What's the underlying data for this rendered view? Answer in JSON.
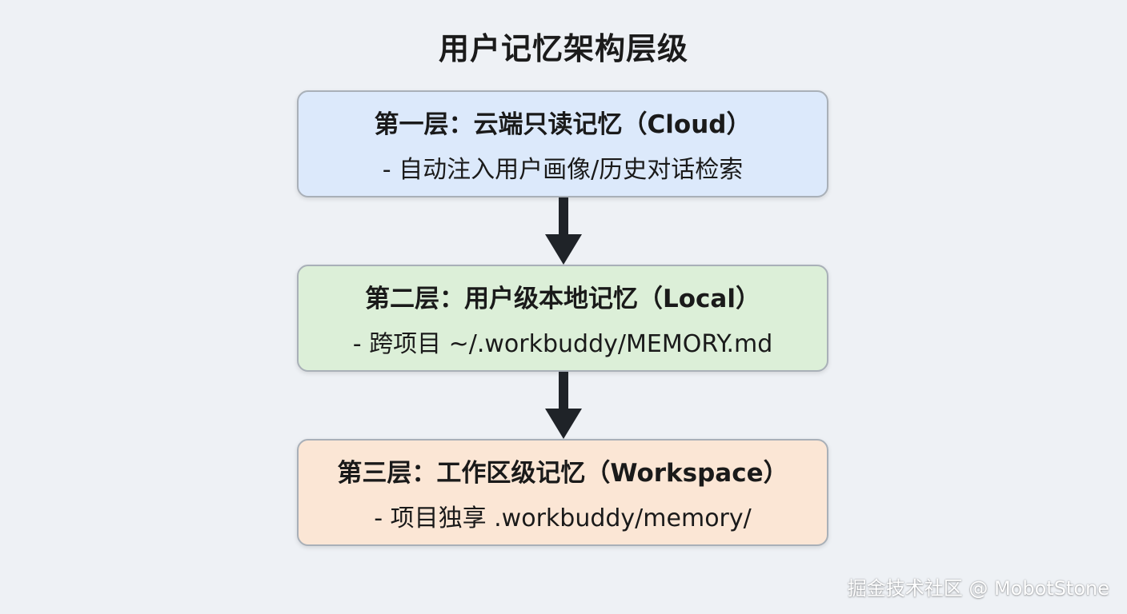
{
  "title": "用户记忆架构层级",
  "layers": [
    {
      "heading": "第一层：云端只读记忆（Cloud）",
      "description": "- 自动注入用户画像/历史对话检索",
      "color": "#dce9fb"
    },
    {
      "heading": "第二层：用户级本地记忆（Local）",
      "description": "- 跨项目 ~/.workbuddy/MEMORY.md",
      "color": "#dcefd8"
    },
    {
      "heading": "第三层：工作区级记忆（Workspace）",
      "description": "- 项目独享 .workbuddy/memory/",
      "color": "#fbe6d5"
    }
  ],
  "arrows": [
    "arrow-down-icon",
    "arrow-down-icon"
  ],
  "watermark": "掘金技术社区 @ MobotStone"
}
